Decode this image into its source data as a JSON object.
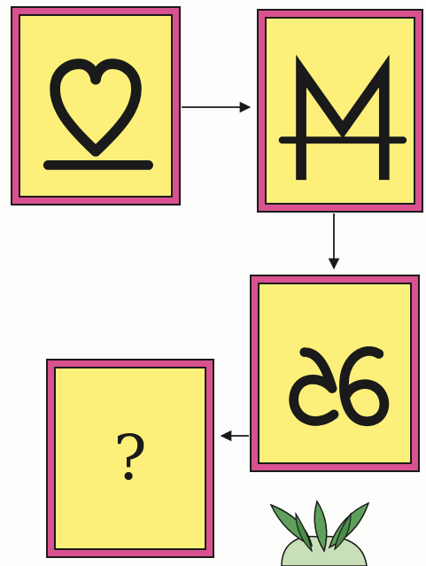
{
  "puzzle": {
    "answer_placeholder": "?"
  },
  "colors": {
    "frame": "#d8528f",
    "panel": "#fdf07a",
    "ink": "#1a1a1a",
    "leaf": "#5fa05c",
    "leaf_light": "#c9dfb8"
  },
  "cards": [
    {
      "icon": "heart-on-bar-symbol"
    },
    {
      "icon": "letter-m-with-crossbar-symbol"
    },
    {
      "icon": "curled-double-loop-symbol"
    },
    {
      "icon": "question-mark"
    }
  ],
  "decoration": {
    "icon": "plant-sprout-icon"
  }
}
